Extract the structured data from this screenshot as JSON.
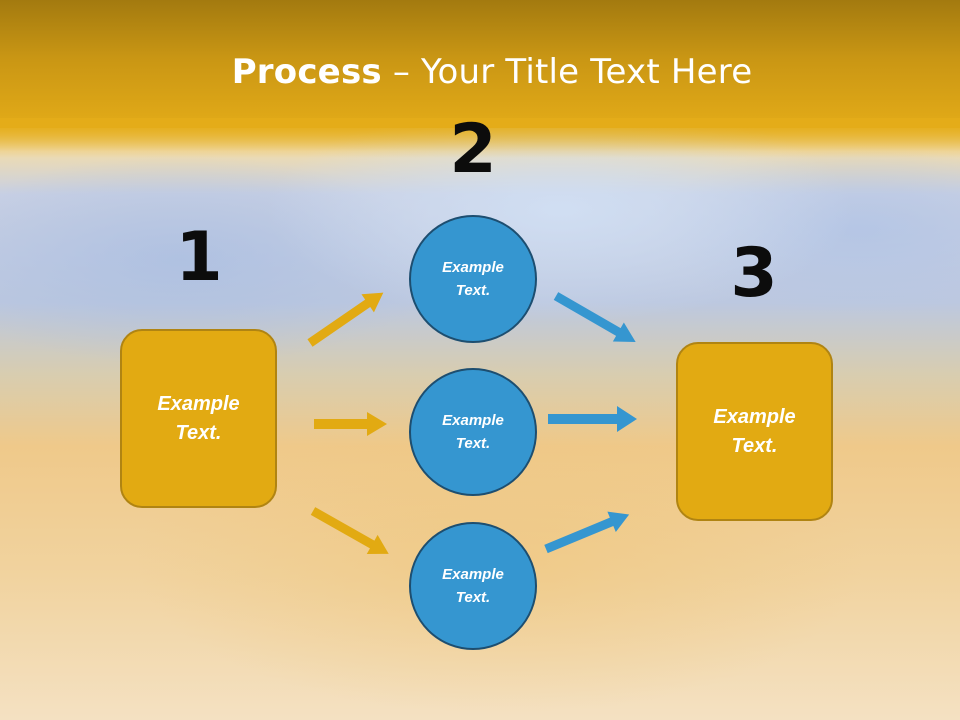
{
  "title": {
    "bold": "Process",
    "rest": " – Your Title Text Here"
  },
  "steps": [
    {
      "number": "1",
      "label": "Example\nText."
    },
    {
      "number": "2",
      "label": "Example\nText."
    },
    {
      "number": "3",
      "label": "Example\nText."
    }
  ],
  "circles": [
    {
      "label": "Example\nText."
    },
    {
      "label": "Example\nText."
    },
    {
      "label": "Example\nText."
    }
  ],
  "colors": {
    "box": "#e2aa12",
    "circle": "#3596d0",
    "arrow_gold": "#e2aa12",
    "arrow_blue": "#3596d0"
  }
}
